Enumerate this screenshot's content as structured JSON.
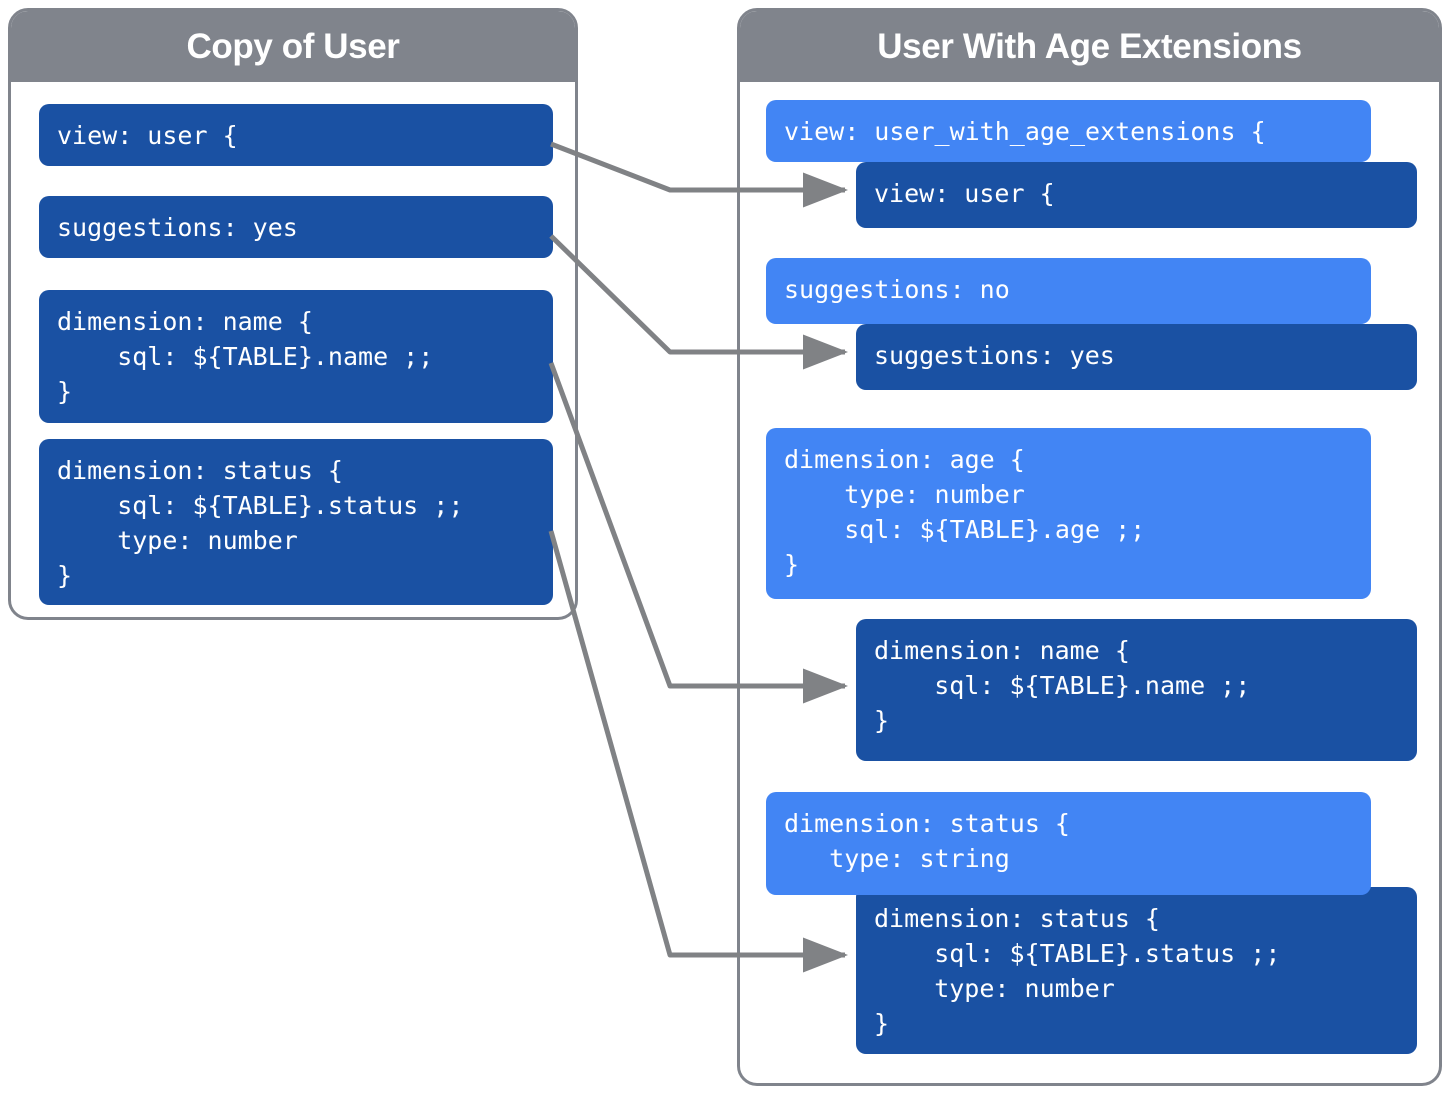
{
  "diagram": {
    "title_left": "Copy of User",
    "title_right": "User With Age Extensions",
    "colors": {
      "header_gray": "#80848c",
      "dark_blue": "#1a51a3",
      "light_blue": "#4285f4",
      "connector_gray": "#808285",
      "panel_background": "#ffffff"
    }
  },
  "left_panel": {
    "header": "Copy of User",
    "blocks": [
      {
        "name": "view-user",
        "text": "view: user {"
      },
      {
        "name": "suggestions-yes",
        "text": "suggestions: yes"
      },
      {
        "name": "dimension-name",
        "text": "dimension: name {\n    sql: ${TABLE}.name ;;\n}"
      },
      {
        "name": "dimension-status",
        "text": "dimension: status {\n    sql: ${TABLE}.status ;;\n    type: number\n}"
      }
    ]
  },
  "right_panel": {
    "header": "User With Age Extensions",
    "blocks": [
      {
        "name": "view-user-with-age-extensions",
        "variant": "light",
        "text": "view: user_with_age_extensions {"
      },
      {
        "name": "view-user",
        "variant": "dark",
        "text": "view: user {"
      },
      {
        "name": "suggestions-no",
        "variant": "light",
        "text": "suggestions: no"
      },
      {
        "name": "suggestions-yes",
        "variant": "dark",
        "text": "suggestions: yes"
      },
      {
        "name": "dimension-age",
        "variant": "light",
        "text": "dimension: age {\n    type: number\n    sql: ${TABLE}.age ;;\n}"
      },
      {
        "name": "dimension-name",
        "variant": "dark",
        "text": "dimension: name {\n    sql: ${TABLE}.name ;;\n}"
      },
      {
        "name": "dimension-status-override",
        "variant": "light",
        "text": "dimension: status {\n   type: string"
      },
      {
        "name": "dimension-status-inherited",
        "variant": "dark",
        "text": "dimension: status {\n    sql: ${TABLE}.status ;;\n    type: number\n}"
      }
    ]
  },
  "connectors": [
    {
      "name": "connector-view-user",
      "from": "left.view-user",
      "to": "right.view-user"
    },
    {
      "name": "connector-suggestions",
      "from": "left.suggestions-yes",
      "to": "right.suggestions-yes"
    },
    {
      "name": "connector-dimension-name",
      "from": "left.dimension-name",
      "to": "right.dimension-name"
    },
    {
      "name": "connector-dimension-status",
      "from": "left.dimension-status",
      "to": "right.dimension-status-inherited"
    }
  ]
}
